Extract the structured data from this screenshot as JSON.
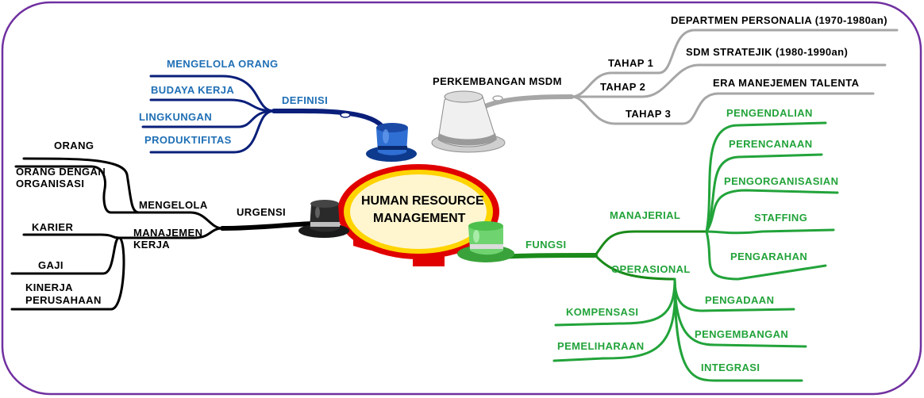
{
  "center": {
    "line1": "HUMAN RESOURCE",
    "line2": "MANAGEMENT"
  },
  "colors": {
    "frame": "#7030a0",
    "blue_branch": "#0a1f7a",
    "blue_text": "#1f6fb5",
    "gray_branch": "#a6a6a6",
    "black_branch": "#000000",
    "green_branch": "#1a8a1a",
    "green_text": "#22a33a",
    "center_ring": "#e00000",
    "center_fill": "#fff6d0"
  },
  "definisi": {
    "label": "DEFINISI",
    "hat_icon": "blue-hat-icon",
    "items": [
      "MENGELOLA ORANG",
      "BUDAYA KERJA",
      "LINGKUNGAN",
      "PRODUKTIFITAS"
    ]
  },
  "perkembangan": {
    "label": "PERKEMBANGAN MSDM",
    "hat_icon": "white-hat-icon",
    "stages": [
      {
        "label": "TAHAP 1",
        "desc": "DEPARTMEN PERSONALIA  (1970-1980an)"
      },
      {
        "label": "TAHAP 2",
        "desc": "SDM STRATEJIK  (1980-1990an)"
      },
      {
        "label": "TAHAP 3",
        "desc": "ERA MANEJEMEN TALENTA"
      }
    ]
  },
  "urgensi": {
    "label": "URGENSI",
    "hat_icon": "black-hat-icon",
    "mengelola": {
      "label": "MENGELOLA",
      "items": [
        "ORANG",
        "ORANG DENGAN",
        "ORGANISASI"
      ]
    },
    "manajemen": {
      "label1": "MANAJEMEN",
      "label2": "KERJA",
      "items": [
        "KARIER",
        "GAJI",
        "KINERJA",
        "PERUSAHAAN"
      ]
    }
  },
  "fungsi": {
    "label": "FUNGSI",
    "hat_icon": "green-hat-icon",
    "manajerial": {
      "label": "MANAJERIAL",
      "items": [
        "PENGENDALIAN",
        "PERENCANAAN",
        "PENGORGANISASIAN",
        "STAFFING",
        "PENGARAHAN"
      ]
    },
    "operasional": {
      "label": "OPERASIONAL",
      "items": [
        "PENGADAAN",
        "PENGEMBANGAN",
        "INTEGRASI",
        "KOMPENSASI",
        "PEMELIHARAAN"
      ]
    }
  }
}
